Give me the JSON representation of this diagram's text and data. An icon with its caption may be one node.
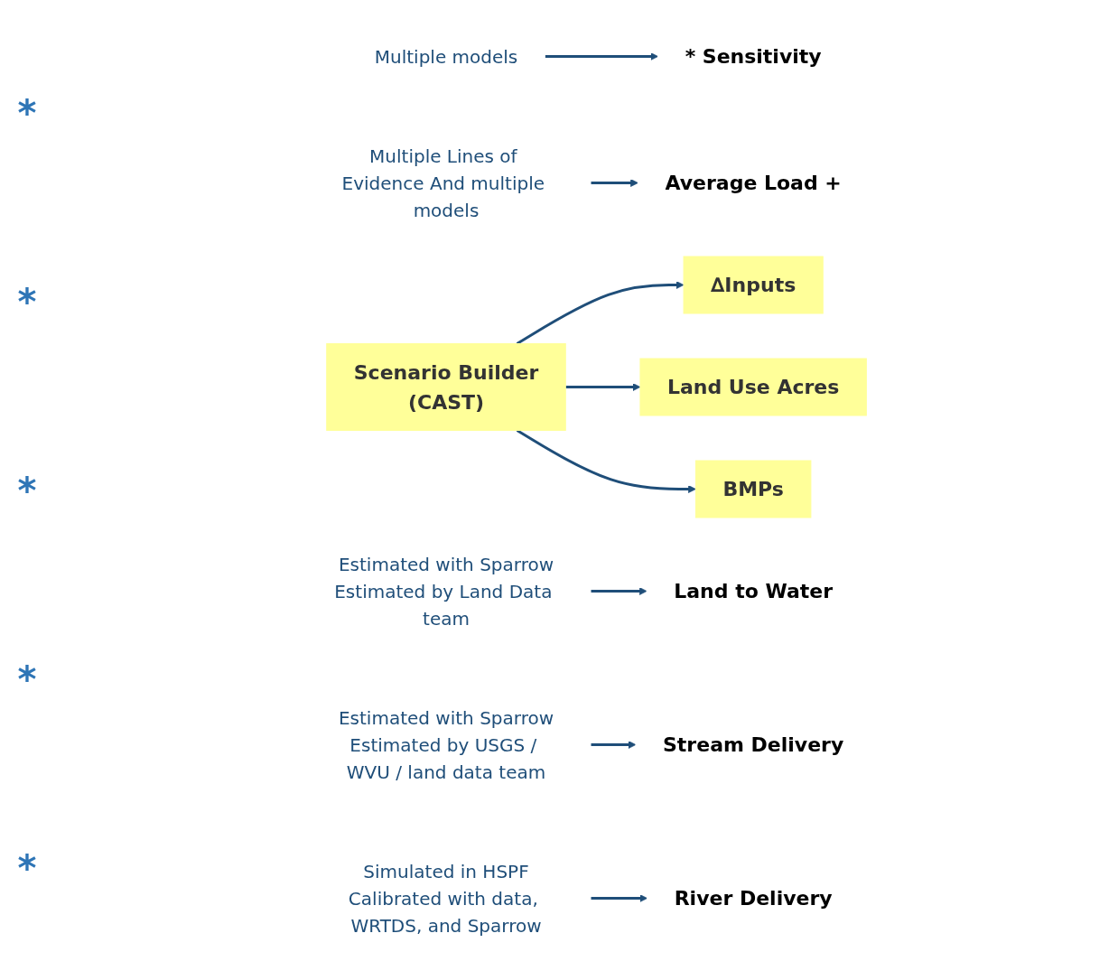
{
  "diagram": {
    "nodes": [
      {
        "text": [
          "Multiple models"
        ]
      },
      {
        "text": [
          "Multiple Lines of Evidence And multiple models"
        ]
      },
      {
        "text": [
          "Average Load +"
        ]
      },
      {
        "text": [
          "∆Inputs"
        ]
      },
      {
        "text": [
          "* Sensitivity"
        ]
      },
      {
        "text": [
          "Land Use Acres"
        ]
      },
      {
        "text": [
          "BMPs"
        ]
      },
      {
        "text": [
          "Scenario Builder",
          "(CAST)"
        ]
      },
      {
        "text": [
          "Estimated with Sparrow",
          "Estimated by Land Data team"
        ]
      },
      {
        "text": [
          "Land to Water"
        ]
      },
      {
        "text": [
          "Estimated with Sparrow",
          "Estimated by USGS / WVU / land data team"
        ]
      },
      {
        "text": [
          "Stream Delivery"
        ]
      },
      {
        "text": [
          "River Delivery"
        ]
      },
      {
        "text": [
          "Simulated in HSPF",
          "Calibrated with data, WRTDS, and Sparrow"
        ]
      }
    ],
    "edges": [
      {
        "from": 0,
        "to": 4,
        "arrow": "to"
      },
      {
        "from": 1,
        "to": 2,
        "arrow": "to"
      },
      {
        "from": 7,
        "to": 3,
        "arrow": "to"
      },
      {
        "from": 7,
        "to": 5,
        "arrow": "to"
      },
      {
        "from": 7,
        "to": 6,
        "arrow": "to"
      },
      {
        "from": 8,
        "to": 9,
        "arrow": "to"
      },
      {
        "from": 10,
        "to": 11,
        "arrow": "to"
      },
      {
        "from": 13,
        "to": 12,
        "arrow": "to"
      }
    ],
    "labels": [
      "*",
      "*",
      "*",
      "*",
      "*"
    ]
  }
}
